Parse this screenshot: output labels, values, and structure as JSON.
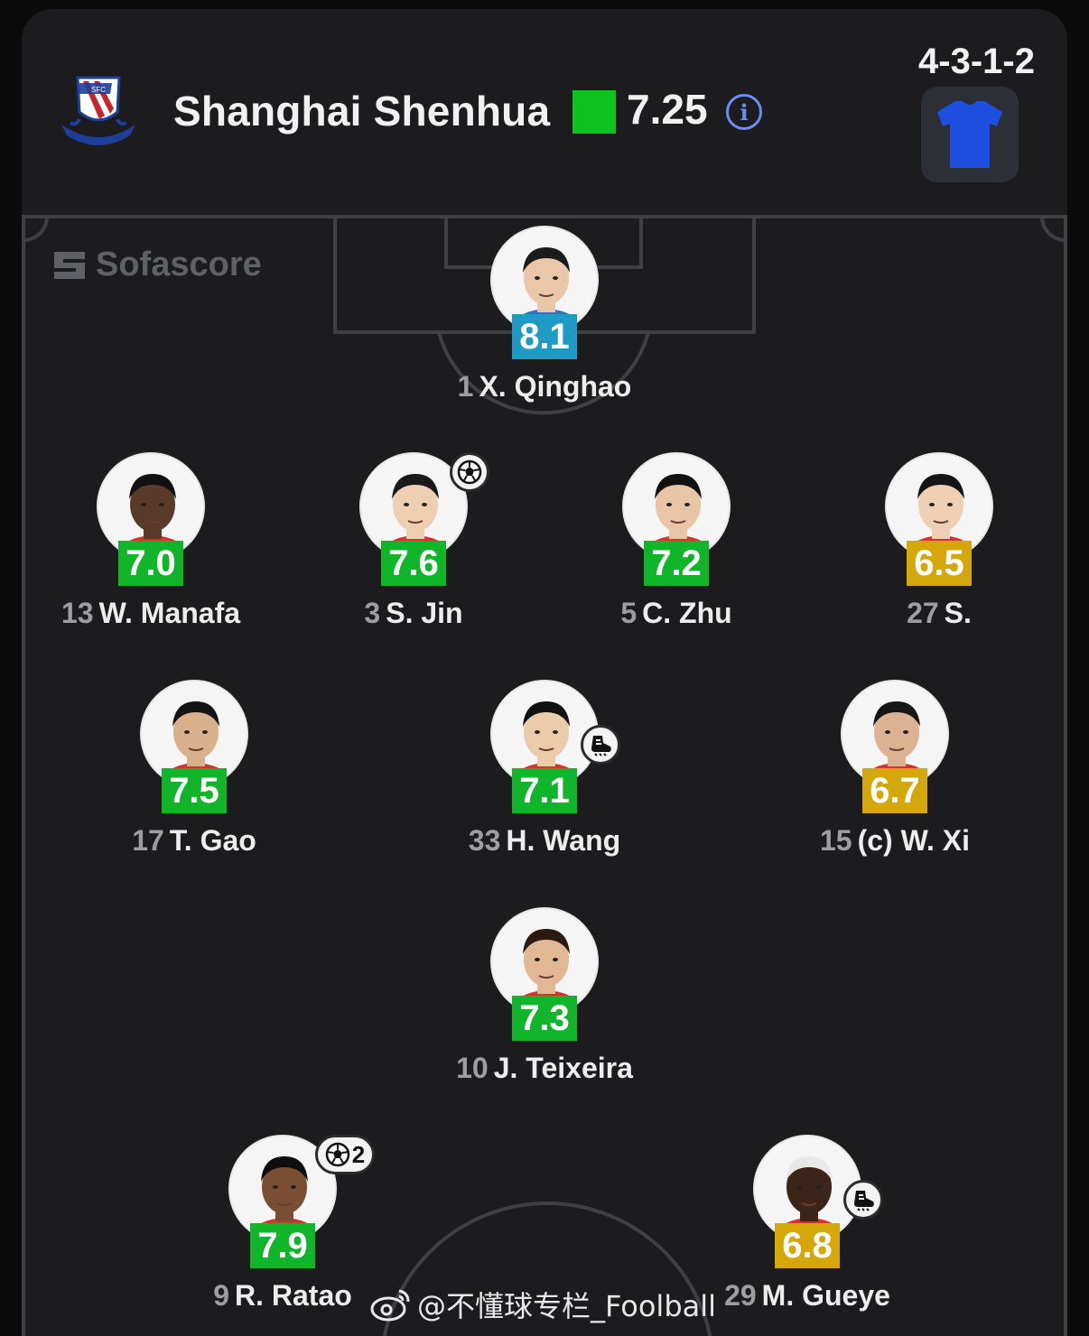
{
  "header": {
    "team_name": "Shanghai Shenhua",
    "average_rating": "7.25",
    "average_rating_color": "#0fc31e",
    "formation": "4-3-1-2",
    "info_icon": "i",
    "shirt_color": "#1f4fe0",
    "crest_text": "SFC"
  },
  "pitch": {
    "watermark": "Sofascore"
  },
  "players": [
    {
      "number": "1",
      "name": "X. Qinghao",
      "rating": "8.1",
      "rating_color": "blue",
      "badge": null
    },
    {
      "number": "13",
      "name": "W. Manafa",
      "rating": "7.0",
      "rating_color": "green",
      "badge": null
    },
    {
      "number": "3",
      "name": "S. Jin",
      "rating": "7.6",
      "rating_color": "green",
      "badge": "goal-icon"
    },
    {
      "number": "5",
      "name": "C. Zhu",
      "rating": "7.2",
      "rating_color": "green",
      "badge": null
    },
    {
      "number": "27",
      "name": "S.",
      "rating": "6.5",
      "rating_color": "yellow",
      "badge": null
    },
    {
      "number": "17",
      "name": "T. Gao",
      "rating": "7.5",
      "rating_color": "green",
      "badge": null
    },
    {
      "number": "33",
      "name": "H. Wang",
      "rating": "7.1",
      "rating_color": "green",
      "badge": "assist-boot-icon"
    },
    {
      "number": "15",
      "name": "(c) W. Xi",
      "rating": "6.7",
      "rating_color": "yellow",
      "badge": null
    },
    {
      "number": "10",
      "name": "J. Teixeira",
      "rating": "7.3",
      "rating_color": "green",
      "badge": null
    },
    {
      "number": "9",
      "name": "R. Ratao",
      "rating": "7.9",
      "rating_color": "green",
      "badge": "goal-icon",
      "badge_count": "2"
    },
    {
      "number": "29",
      "name": "M. Gueye",
      "rating": "6.8",
      "rating_color": "yellow",
      "badge": "assist-boot-icon"
    }
  ],
  "footer_watermark": "@不懂球专栏_Foolball"
}
